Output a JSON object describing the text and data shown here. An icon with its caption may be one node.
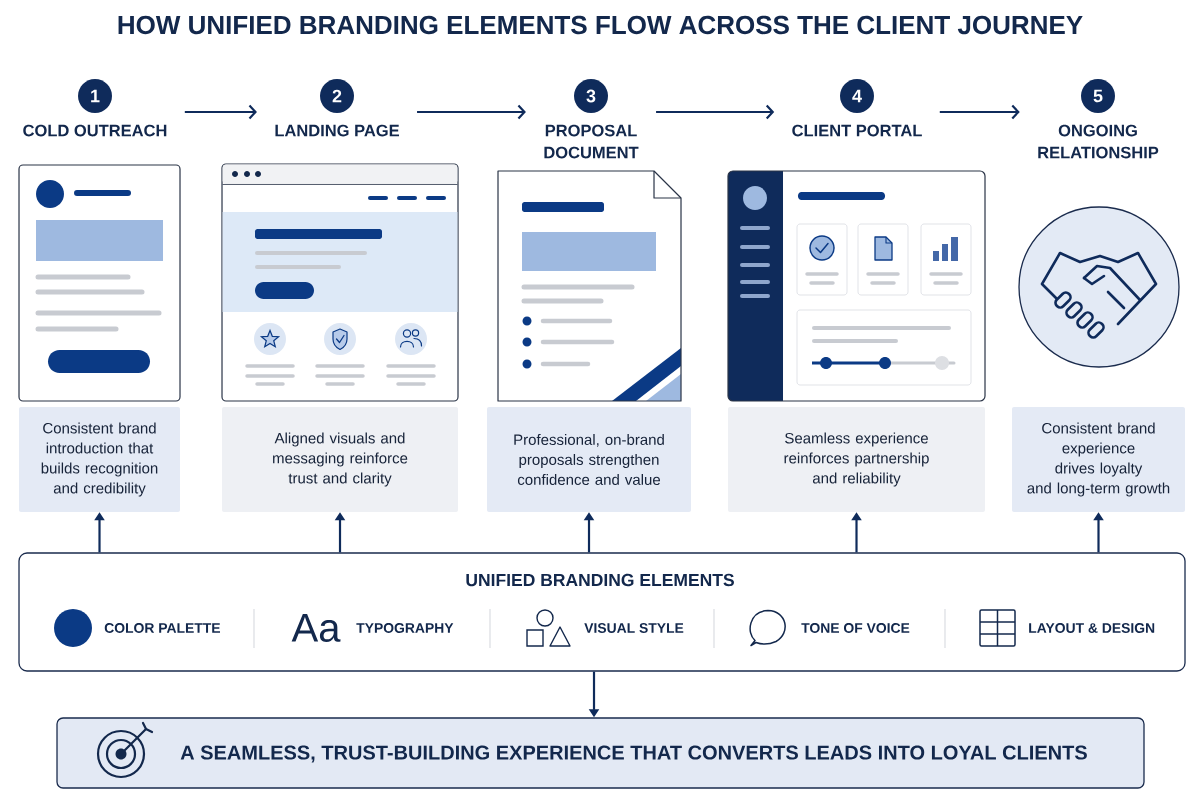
{
  "diagram": {
    "title": "HOW UNIFIED BRANDING ELEMENTS FLOW ACROSS THE CLIENT JOURNEY",
    "nodes": [
      {
        "text": [
          "1",
          "COLD OUTREACH"
        ]
      },
      {
        "text": [
          "2",
          "LANDING PAGE"
        ]
      },
      {
        "text": [
          "3",
          "PROPOSAL DOCUMENT"
        ]
      },
      {
        "text": [
          "4",
          "CLIENT PORTAL"
        ]
      },
      {
        "text": [
          "5",
          "ONGOING RELATIONSHIP"
        ]
      },
      {
        "text": [
          "Consistent brand introduction that builds recognition and credibility"
        ]
      },
      {
        "text": [
          "Aligned visuals and messaging reinforce trust and clarity"
        ]
      },
      {
        "text": [
          "Professional, on-brand proposals strengthen confidence and value"
        ]
      },
      {
        "text": [
          "Seamless experience reinforces partnership and reliability"
        ]
      },
      {
        "text": [
          "Consistent brand experience drives loyalty and long-term growth"
        ]
      },
      {
        "text": [
          "UNIFIED BRANDING ELEMENTS",
          "COLOR PALETTE",
          "Aa",
          "TYPOGRAPHY",
          "VISUAL STYLE",
          "TONE OF VOICE",
          "LAYOUT & DESIGN"
        ]
      },
      {
        "text": [
          "A SEAMLESS, TRUST-BUILDING EXPERIENCE THAT CONVERTS LEADS INTO LOYAL CLIENTS"
        ]
      }
    ],
    "edges": [
      {
        "from": 0,
        "to": 1,
        "arrow": "to"
      },
      {
        "from": 1,
        "to": 2,
        "arrow": "to"
      },
      {
        "from": 2,
        "to": 3,
        "arrow": "to"
      },
      {
        "from": 3,
        "to": 4,
        "arrow": "to"
      },
      {
        "from": 10,
        "to": 5,
        "arrow": "to"
      },
      {
        "from": 10,
        "to": 6,
        "arrow": "to"
      },
      {
        "from": 10,
        "to": 7,
        "arrow": "to"
      },
      {
        "from": 10,
        "to": 8,
        "arrow": "to"
      },
      {
        "from": 10,
        "to": 9,
        "arrow": "to"
      },
      {
        "from": 10,
        "to": 11,
        "arrow": "to"
      }
    ]
  }
}
